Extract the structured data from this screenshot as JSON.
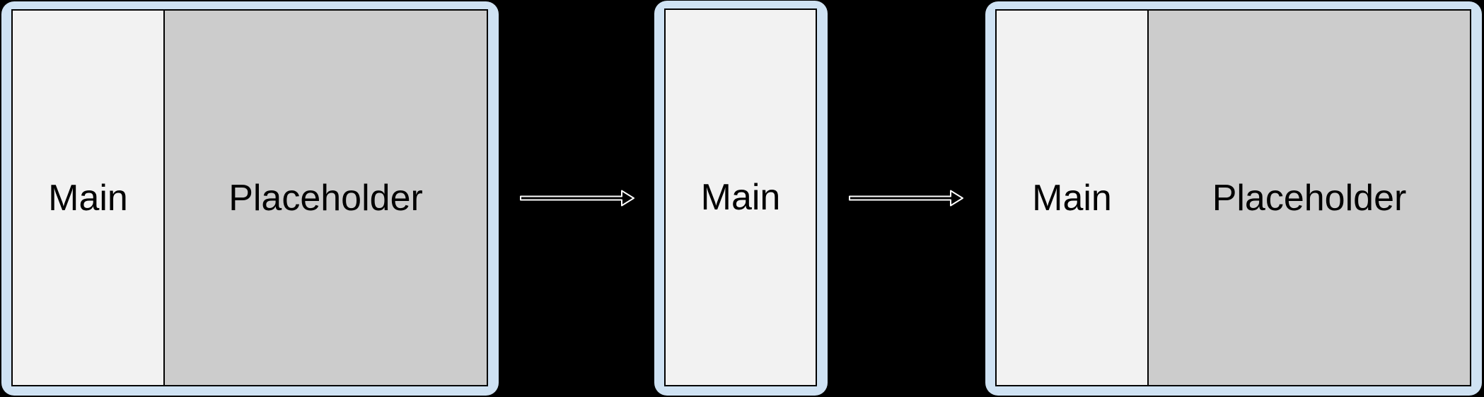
{
  "diagram_title": "adaptive-layout-window-size-transition",
  "panels": [
    {
      "name": "expanded-window-before",
      "sections": [
        {
          "label": "Main",
          "role": "main-pane"
        },
        {
          "label": "Placeholder",
          "role": "placeholder-pane"
        }
      ]
    },
    {
      "name": "compact-window",
      "sections": [
        {
          "label": "Main",
          "role": "main-pane"
        }
      ]
    },
    {
      "name": "expanded-window-after",
      "sections": [
        {
          "label": "Main",
          "role": "main-pane"
        },
        {
          "label": "Placeholder",
          "role": "placeholder-pane"
        }
      ]
    }
  ],
  "arrows": [
    {
      "icon": "right-arrow"
    },
    {
      "icon": "right-arrow"
    }
  ],
  "colors": {
    "canvas_bg": "#000000",
    "frame_blue": "#cfe2f3",
    "main_bg": "#f2f2f2",
    "placeholder_bg": "#cccccc",
    "border_color": "#000000",
    "text_color": "#000000",
    "arrow_fill": "#000000",
    "arrow_stroke": "#ffffff"
  }
}
